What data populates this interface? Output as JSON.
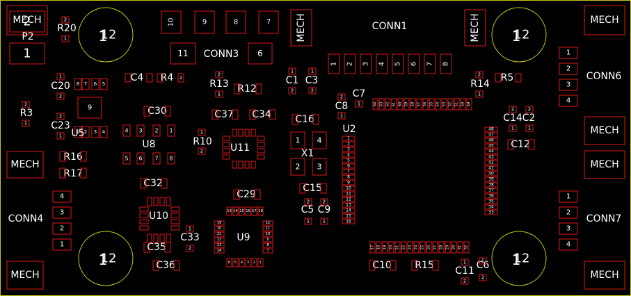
{
  "pcb": {
    "conn_p2": {
      "ref": "P2",
      "pins": [
        "2",
        "1"
      ]
    },
    "conn1": {
      "ref": "CONN1",
      "pins": [
        "1",
        "2",
        "3",
        "4",
        "5",
        "6",
        "7",
        "8"
      ]
    },
    "conn3": {
      "ref": "CONN3",
      "pins": [
        "10",
        "9",
        "8",
        "7",
        "11",
        "6"
      ]
    },
    "conn4": {
      "ref": "CONN4",
      "pins": [
        "4",
        "3",
        "2",
        "1"
      ]
    },
    "conn6": {
      "ref": "CONN6",
      "pins": [
        "1",
        "2",
        "3",
        "4"
      ]
    },
    "conn7": {
      "ref": "CONN7",
      "pins": [
        "1",
        "2",
        "3",
        "4"
      ]
    },
    "mech_label": "MECH",
    "mount_hole_label": "12",
    "mount_hole_pin": "1",
    "x1": {
      "ref": "X1",
      "pins": [
        "1",
        "4",
        "2",
        "3"
      ]
    },
    "u2": {
      "ref": "U2"
    },
    "u5": {
      "ref": "U5",
      "pins": [
        "8",
        "7",
        "6",
        "5",
        "1",
        "2",
        "3",
        "4",
        "9"
      ]
    },
    "u8": {
      "ref": "U8",
      "pins": [
        "4",
        "3",
        "2",
        "1",
        "5",
        "6",
        "7",
        "8"
      ]
    },
    "u9": {
      "ref": "U9"
    },
    "u10": {
      "ref": "U10"
    },
    "u11": {
      "ref": "U11"
    },
    "resistors": [
      "R20",
      "R3",
      "R16",
      "R17",
      "R4",
      "R13",
      "R12",
      "R10",
      "R14",
      "R5",
      "R15"
    ],
    "capacitors": [
      "C4",
      "C20",
      "C23",
      "C30",
      "C37",
      "C34",
      "C1",
      "C3",
      "C7",
      "C8",
      "C16",
      "C15",
      "C5",
      "C9",
      "C29",
      "C32",
      "C33",
      "C35",
      "C36",
      "C10",
      "C11",
      "C6",
      "C14",
      "C2",
      "C12"
    ],
    "pad_one": "1",
    "pad_two": "2"
  }
}
